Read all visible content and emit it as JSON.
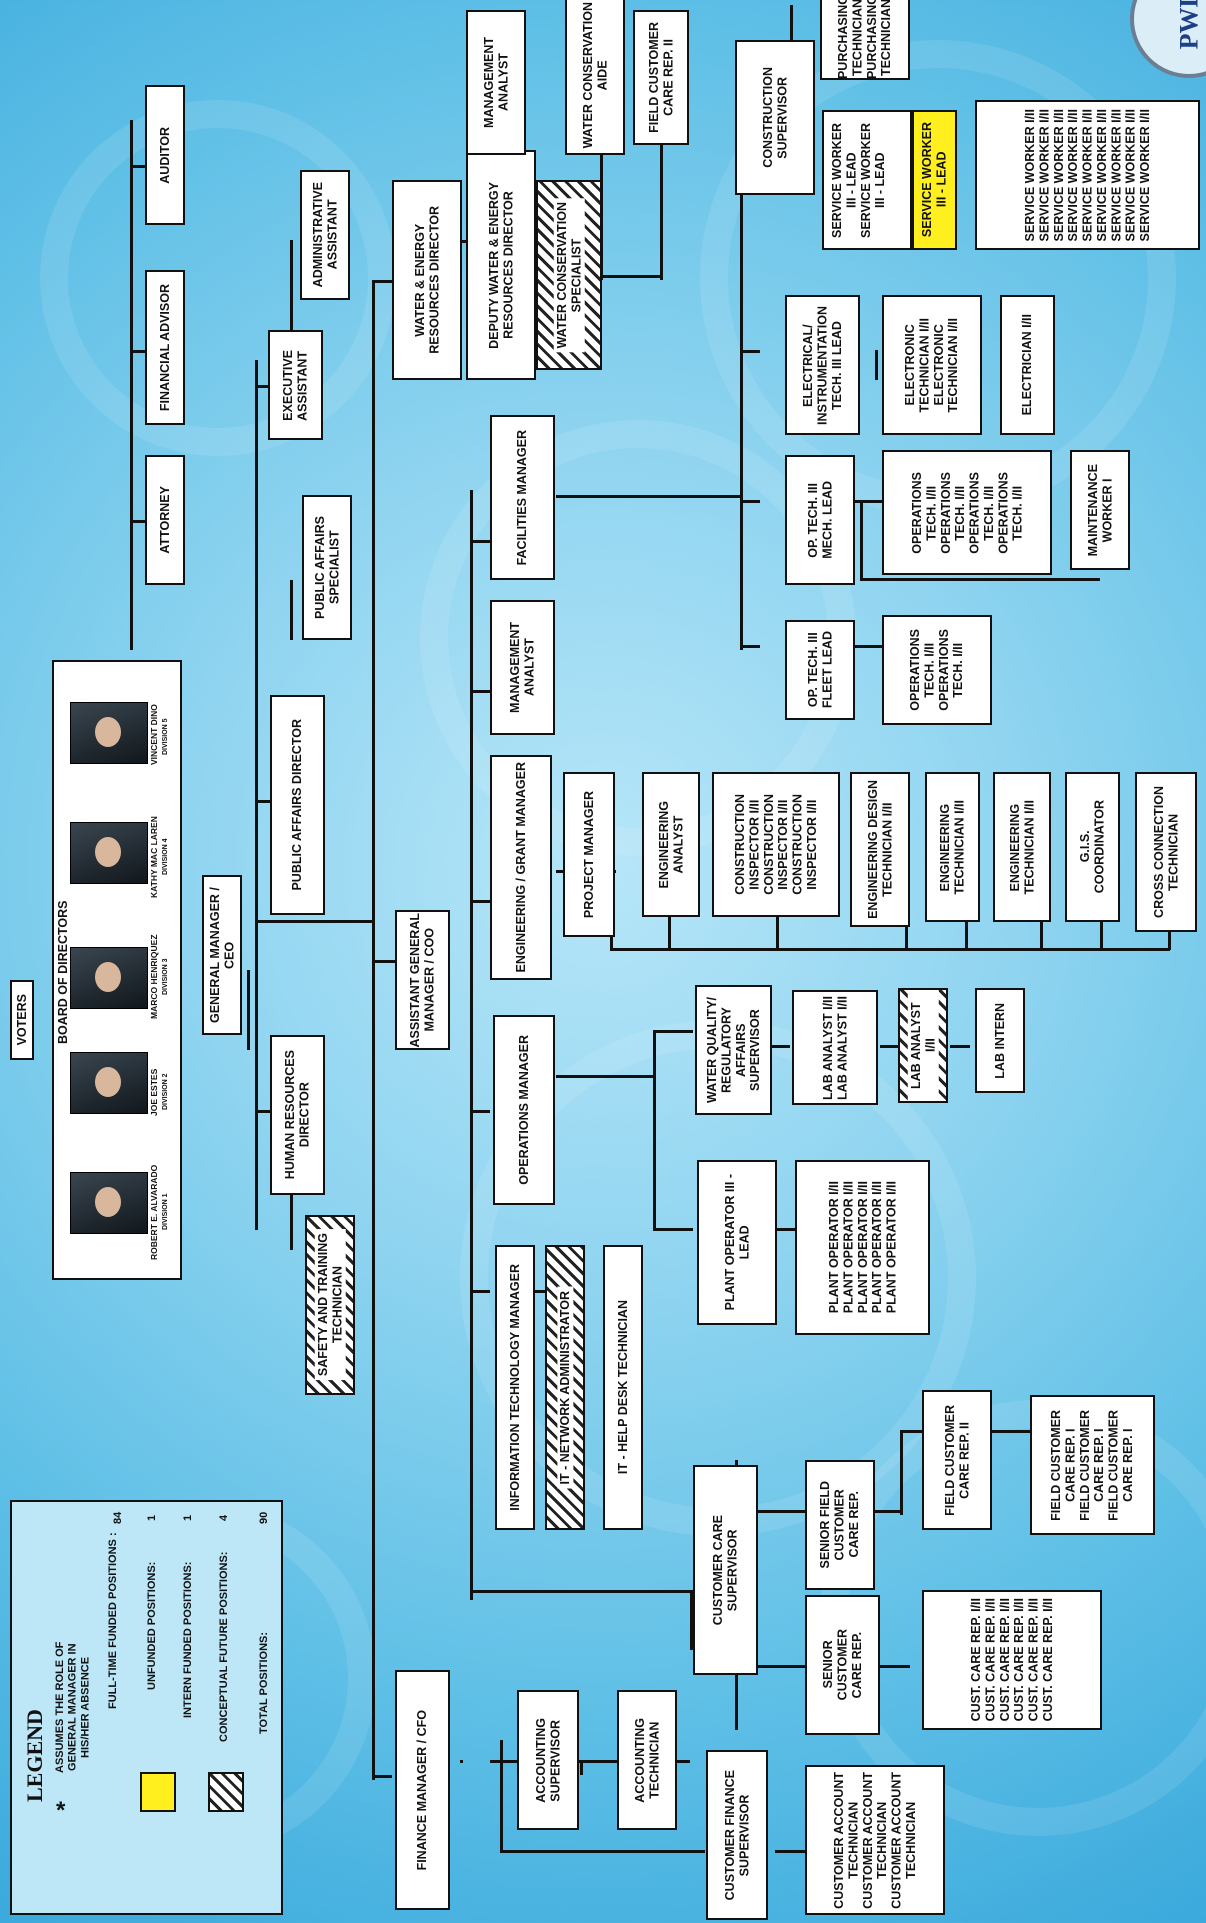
{
  "legend": {
    "title": "LEGEND",
    "asterisk": "*",
    "note": "ASSUMES THE ROLE OF\nGENERAL MANAGER IN\nHIS/HER ABSENCE",
    "rows": [
      {
        "label": "FULL-TIME FUNDED POSITIONS :",
        "count": "84"
      },
      {
        "label": "UNFUNDED POSITIONS:",
        "count": "1"
      },
      {
        "label": "INTERN FUNDED POSITIONS:",
        "count": "1"
      },
      {
        "label": "CONCEPTUAL FUTURE POSITIONS:",
        "count": "4"
      },
      {
        "label": "TOTAL POSITIONS:",
        "count": "90"
      }
    ],
    "colors": {
      "unfunded": "#ffef1f"
    }
  },
  "top": {
    "voters": "VOTERS",
    "board": "BOARD OF DIRECTORS"
  },
  "directors": [
    {
      "name": "ROBERT E. ALVARADO",
      "division": "DIVISION 1"
    },
    {
      "name": "JOE ESTES",
      "division": "DIVISION 2"
    },
    {
      "name": "MARCO HENRIQUEZ",
      "division": "DIVISION 3"
    },
    {
      "name": "KATHY MAC LAREN",
      "division": "DIVISION 4"
    },
    {
      "name": "VINCENT DINO",
      "division": "DIVISION 5"
    }
  ],
  "pos": {
    "gm": "GENERAL MANAGER / CEO",
    "attorney": "ATTORNEY",
    "finadv": "FINANCIAL ADVISOR",
    "auditor": "AUDITOR",
    "hr": "HUMAN RESOURCES\nDIRECTOR",
    "safety": "SAFETY AND TRAINING\nTECHNICIAN",
    "pad": "PUBLIC AFFAIRS DIRECTOR",
    "pas": "PUBLIC AFFAIRS\nSPECIALIST",
    "exec": "EXECUTIVE\nASSISTANT",
    "admin": "ADMINISTRATIVE\nASSISTANT",
    "agm": "ASSISTANT GENERAL\nMANAGER / COO",
    "wer": "WATER & ENERGY\nRESOURCES DIRECTOR",
    "dwer": "DEPUTY WATER & ENERGY\nRESOURCES DIRECTOR",
    "wcs": "WATER CONSERVATION\nSPECIALIST",
    "mgmt1": "MANAGEMENT\nANALYST",
    "wca": "WATER CONSERVATION\nAIDE",
    "fccr2a": "FIELD CUSTOMER\nCARE REP. II",
    "cfo": "FINANCE MANAGER / CFO",
    "acctsup": "ACCOUNTING\nSUPERVISOR",
    "accttech": "ACCOUNTING\nTECHNICIAN",
    "cfs": "CUSTOMER FINANCE\nSUPERVISOR",
    "cat": "CUSTOMER ACCOUNT\nTECHNICIAN\nCUSTOMER ACCOUNT\nTECHNICIAN\nCUSTOMER ACCOUNT\nTECHNICIAN",
    "ccs": "CUSTOMER CARE\nSUPERVISOR",
    "sccr": "SENIOR\nCUSTOMER\nCARE REP.",
    "sfccr": "SENIOR FIELD\nCUSTOMER\nCARE REP.",
    "ccr": "CUST. CARE REP. I/II\nCUST. CARE REP. I/II\nCUST. CARE REP. I/II\nCUST. CARE REP. I/II\nCUST. CARE REP. I/II\nCUST. CARE REP. I/II",
    "fccr2": "FIELD CUSTOMER\nCARE REP. II",
    "fccr1": "FIELD CUSTOMER\nCARE REP. I\nFIELD CUSTOMER\nCARE REP. I\nFIELD CUSTOMER\nCARE REP. I",
    "itm": "INFORMATION TECHNOLOGY MANAGER",
    "itna": "IT - NETWORK ADMINISTRATOR",
    "ithd": "IT - HELP DESK TECHNICIAN",
    "opsm": "OPERATIONS MANAGER",
    "pol": "PLANT OPERATOR III -\nLEAD",
    "po": "PLANT OPERATOR I/II\nPLANT OPERATOR I/II\nPLANT OPERATOR I/II\nPLANT OPERATOR I/II\nPLANT OPERATOR I/II",
    "wq": "WATER QUALITY/\nREGULATORY AFFAIRS\nSUPERVISOR",
    "la": "LAB ANALYST I/II\nLAB ANALYST I/II",
    "la2": "LAB ANALYST I/II",
    "intern": "LAB INTERN",
    "egm": "ENGINEERING / GRANT MANAGER",
    "pm": "PROJECT MANAGER",
    "ea": "ENGINEERING\nANALYST",
    "ci": "CONSTRUCTION\nINSPECTOR I/II\nCONSTRUCTION\nINSPECTOR I/II\nCONSTRUCTION\nINSPECTOR I/II",
    "edt": "ENGINEERING DESIGN\nTECHNICIAN I/II",
    "et1": "ENGINEERING\nTECHNICIAN I/II",
    "et2": "ENGINEERING\nTECHNICIAN I/II",
    "gis": "G.I.S.\nCOORDINATOR",
    "cct": "CROSS CONNECTION\nTECHNICIAN",
    "mgmt2": "MANAGEMENT\nANALYST",
    "fm": "FACILITIES MANAGER",
    "otfl": "OP. TECH. III\nFLEET LEAD",
    "ot2": "OPERATIONS\nTECH. I/II\nOPERATIONS\nTECH. I/II",
    "otml": "OP. TECH. III\nMECH. LEAD",
    "ot4": "OPERATIONS\nTECH. I/II\nOPERATIONS\nTECH. I/II\nOPERATIONS\nTECH. I/II\nOPERATIONS\nTECH. I/II",
    "mw": "MAINTENANCE\nWORKER I",
    "eil": "ELECTRICAL/\nINSTRUMENTATION\nTECH. III LEAD",
    "etn": "ELECTRONIC\nTECHNICIAN I/II\nELECTRONIC\nTECHNICIAN I/II",
    "elec": "ELECTRICIAN I/II",
    "cs": "CONSTRUCTION\nSUPERVISOR",
    "swl": "SERVICE WORKER\nIII - LEAD\nSERVICE WORKER\nIII - LEAD",
    "swly": "SERVICE WORKER\nIII - LEAD",
    "sw": "SERVICE WORKER I/II\nSERVICE WORKER I/II\nSERVICE WORKER I/II\nSERVICE WORKER I/II\nSERVICE WORKER I/II\nSERVICE WORKER I/II\nSERVICE WORKER I/II\nSERVICE WORKER I/II\nSERVICE WORKER I/II",
    "pt": "PURCHASING\nTECHNICIAN\nPURCHASING\nTECHNICIAN"
  },
  "logo": {
    "text": "PWD"
  }
}
